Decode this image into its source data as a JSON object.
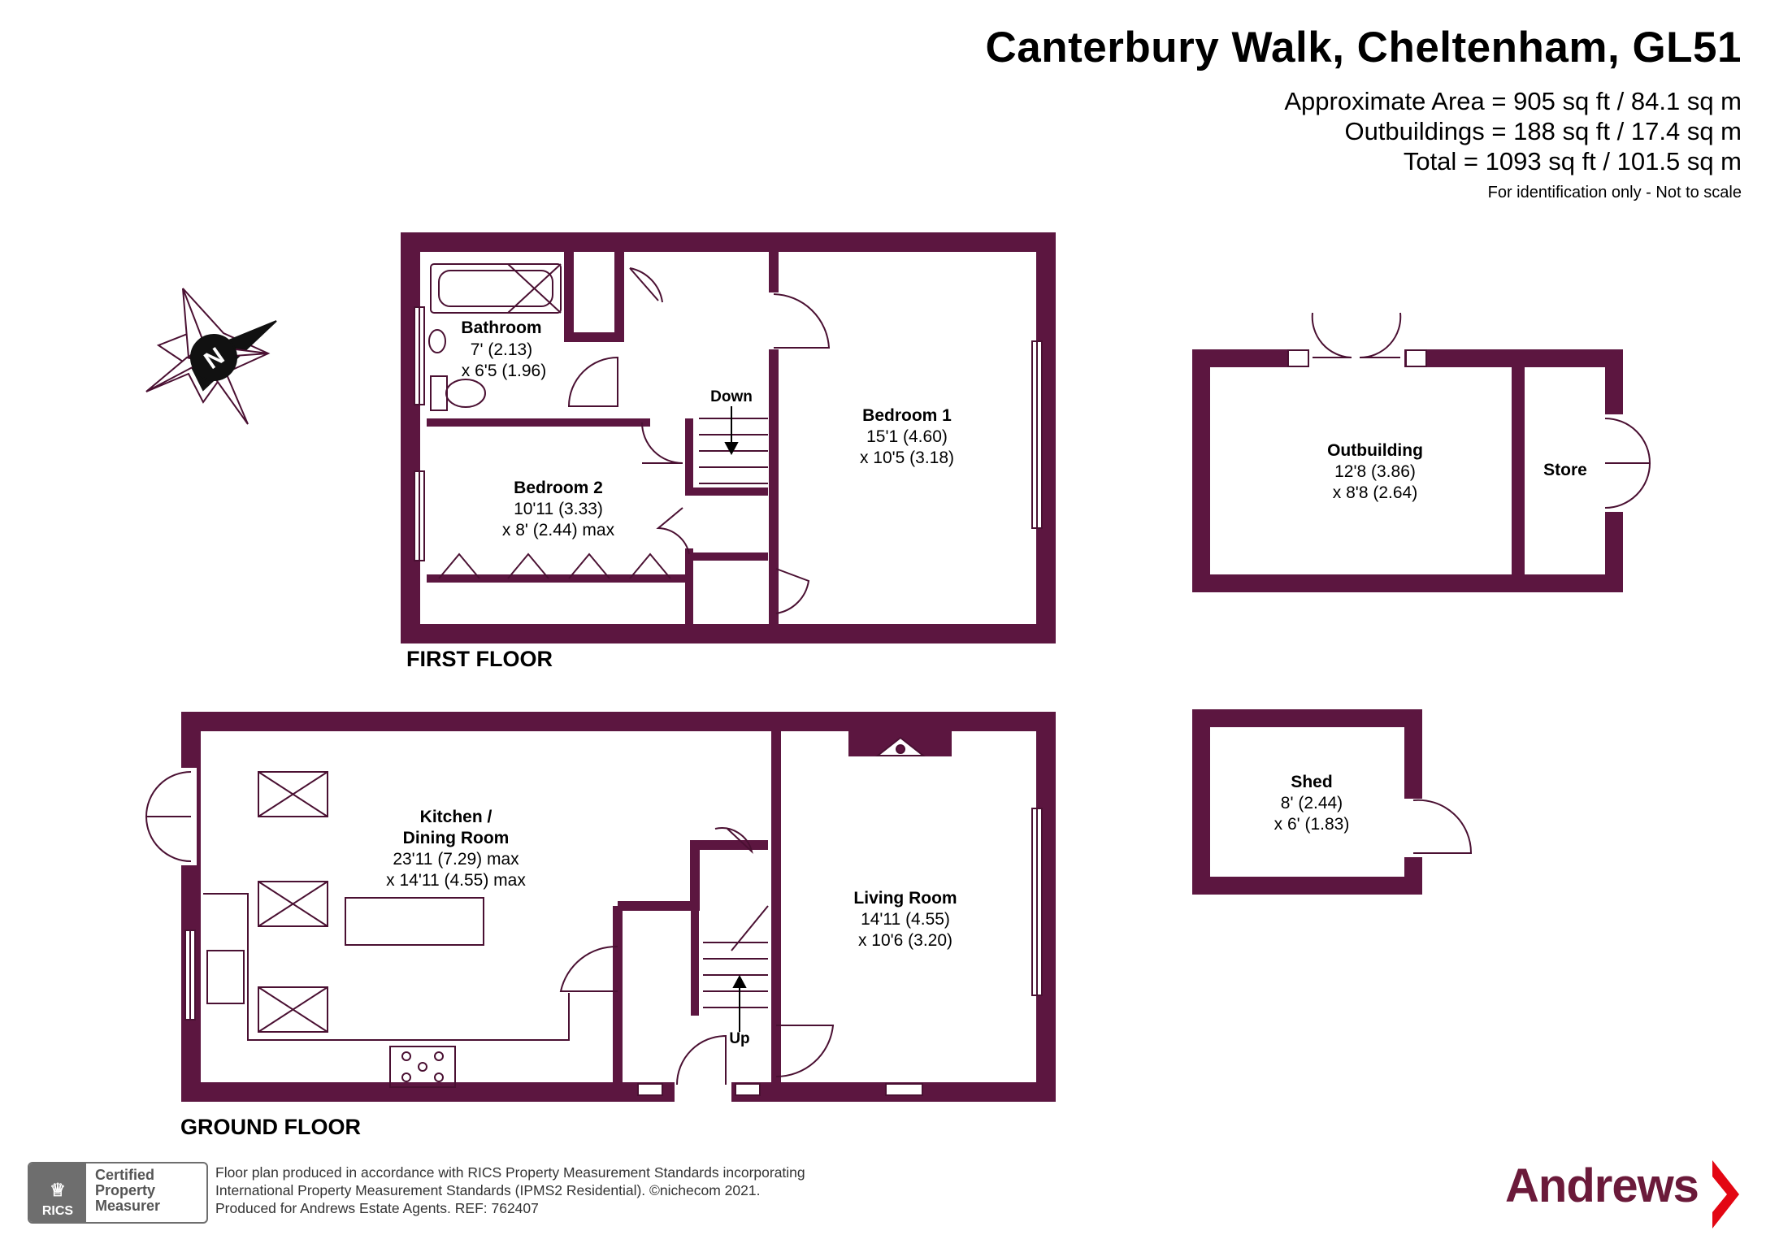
{
  "header": {
    "title": "Canterbury Walk, Cheltenham, GL51",
    "area_lines": [
      "Approximate Area = 905 sq ft / 84.1 sq m",
      "Outbuildings = 188 sq ft / 17.4 sq m",
      "Total = 1093 sq ft / 101.5 sq m"
    ],
    "disclaimer": "For identification only - Not to scale"
  },
  "compass": {
    "letter": "N"
  },
  "floors": {
    "first": "FIRST FLOOR",
    "ground": "GROUND FLOOR"
  },
  "rooms": {
    "bathroom": {
      "name": "Bathroom",
      "dim1": "7' (2.13)",
      "dim2": "x 6'5 (1.96)"
    },
    "bedroom2": {
      "name": "Bedroom 2",
      "dim1": "10'11 (3.33)",
      "dim2": "x 8' (2.44) max"
    },
    "bedroom1": {
      "name": "Bedroom 1",
      "dim1": "15'1 (4.60)",
      "dim2": "x 10'5 (3.18)"
    },
    "stairs_down": "Down",
    "kitchen": {
      "name1": "Kitchen /",
      "name2": "Dining Room",
      "dim1": "23'11 (7.29) max",
      "dim2": "x 14'11 (4.55) max"
    },
    "living": {
      "name": "Living Room",
      "dim1": "14'11 (4.55)",
      "dim2": "x 10'6 (3.20)"
    },
    "stairs_up": "Up",
    "outbuilding": {
      "name": "Outbuilding",
      "dim1": "12'8 (3.86)",
      "dim2": "x 8'8 (2.64)"
    },
    "store": {
      "name": "Store"
    },
    "shed": {
      "name": "Shed",
      "dim1": "8' (2.44)",
      "dim2": "x 6' (1.83)"
    }
  },
  "footer": {
    "lines": [
      "Floor plan produced in accordance with RICS Property Measurement Standards incorporating",
      "International Property Measurement Standards (IPMS2 Residential).   ©nichecom 2021.",
      "Produced for Andrews Estate Agents.   REF:   762407"
    ],
    "rics_badge": {
      "org": "RICS",
      "line1": "Certified",
      "line2": "Property",
      "line3": "Measurer"
    },
    "brand": "Andrews"
  },
  "colors": {
    "wall": "#5c1640",
    "line": "#4a1032",
    "brand": "#6b1a3a",
    "accent": "#e30613"
  }
}
